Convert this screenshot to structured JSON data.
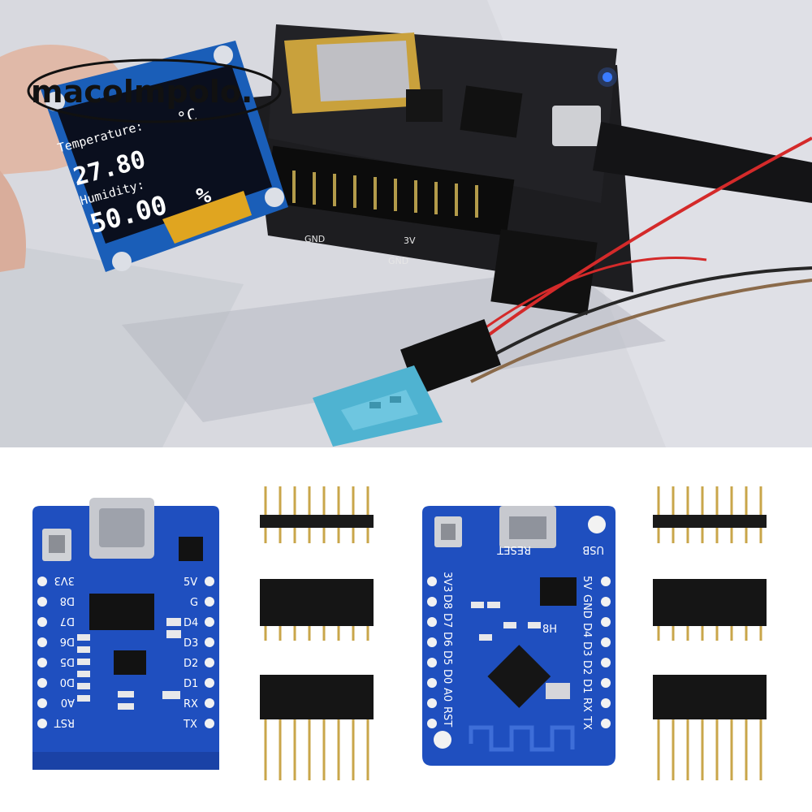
{
  "watermark": {
    "text": "macolmpolo."
  },
  "oled": {
    "temperature_label": "Temperature:",
    "temperature_value": "27.80",
    "temperature_unit": "°C",
    "humidity_label": "Humidity:",
    "humidity_value": "50.00",
    "humidity_unit": "%"
  },
  "board_labels": {
    "gnd_1": "GND",
    "gnd_2": "GND",
    "three_v": "3V"
  },
  "board_c3_pins": [
    "3V3",
    "D8",
    "D7",
    "D6",
    "D5",
    "D0",
    "A0",
    "RST"
  ],
  "board_c3_pins_right": [
    "5V",
    "G",
    "D4",
    "D3",
    "D2",
    "D1",
    "RX",
    "TX"
  ],
  "board_mini_pins_left": [
    "3V3",
    "D8",
    "D7",
    "D6",
    "D5",
    "D0",
    "A0",
    "RST"
  ],
  "board_mini_pins_right": [
    "5V",
    "GND",
    "D4",
    "D3",
    "D2",
    "D1",
    "RX",
    "TX"
  ],
  "board_mini_labels": {
    "reset": "RESET",
    "usb": "USB",
    "chip": "8H"
  },
  "colors": {
    "pcb_blue": "#1f4fbf",
    "pcb_dark": "#1a1a1a",
    "sensor_blue": "#4fb3d1",
    "oled_bg": "#0a0f1e"
  }
}
